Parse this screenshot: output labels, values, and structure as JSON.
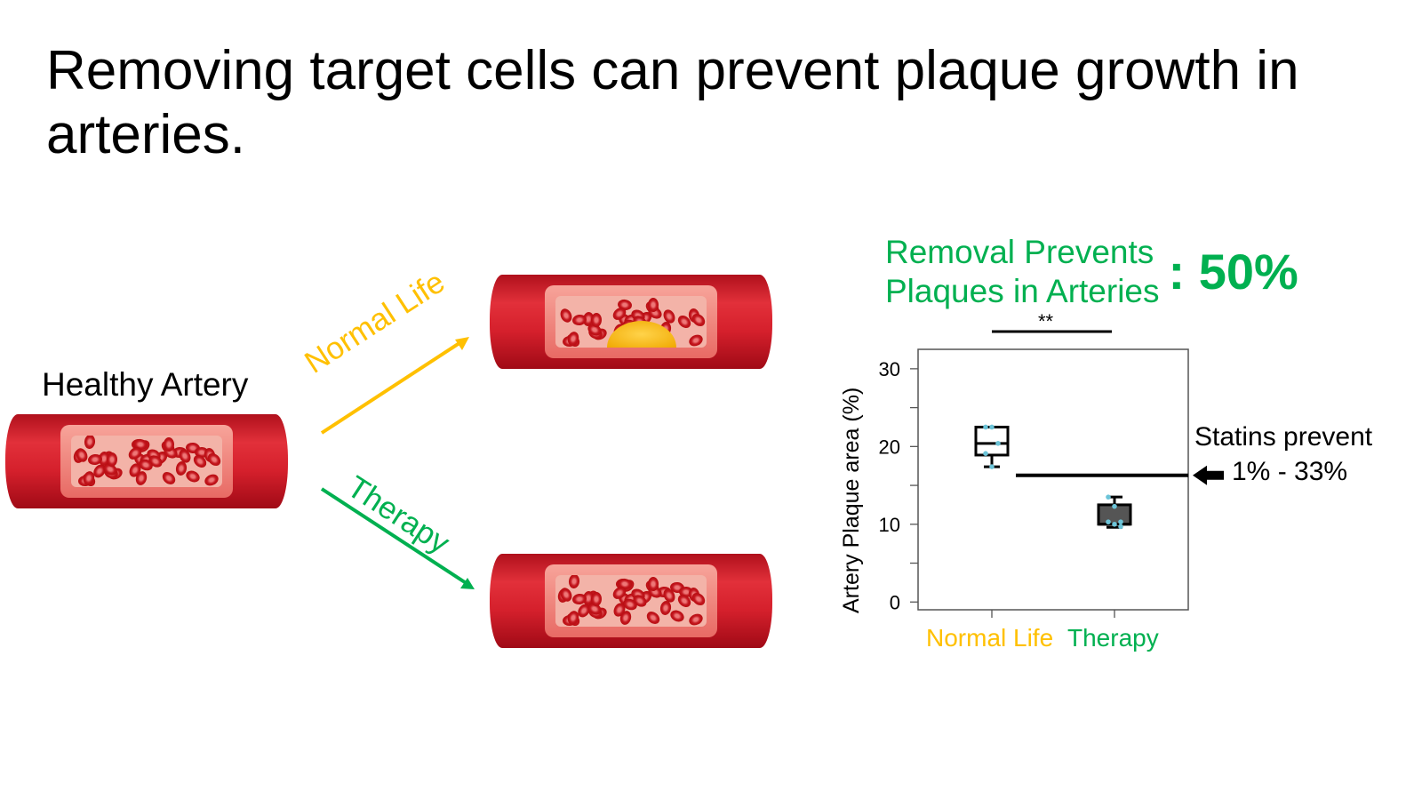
{
  "title": "Removing target cells can prevent plaque growth in arteries.",
  "healthy_label": "Healthy Artery",
  "arrow_normal_label": "Normal Life",
  "arrow_therapy_label": "Therapy",
  "headline": {
    "line1": "Removal Prevents",
    "line2": "Plaques in Arteries",
    "value": ": 50%"
  },
  "statins": {
    "line1": "Statins prevent",
    "line2": "1% - 33%",
    "value": 16.3
  },
  "colors": {
    "green": "#00b050",
    "yellow": "#ffc000"
  },
  "chart_data": {
    "type": "box",
    "ylabel": "Artery Plaque area (%)",
    "ylim": [
      -1,
      32.5
    ],
    "yticks": [
      0,
      10,
      20,
      30
    ],
    "categories": [
      "Normal Life",
      "Therapy"
    ],
    "significance": "**",
    "series": [
      {
        "name": "Normal Life",
        "min": 17.4,
        "q1": 18.9,
        "median": 20.4,
        "q3": 22.5,
        "max": 22.5,
        "points": [
          22.5,
          22.5,
          20.4,
          19.1,
          17.4
        ],
        "fill": "#ffffff"
      },
      {
        "name": "Therapy",
        "min": 9.6,
        "q1": 10.0,
        "median": 10.0,
        "q3": 12.5,
        "max": 13.5,
        "points": [
          13.5,
          12.3,
          10.3,
          10.3,
          10.0,
          9.7
        ],
        "fill": "#555555"
      }
    ]
  }
}
